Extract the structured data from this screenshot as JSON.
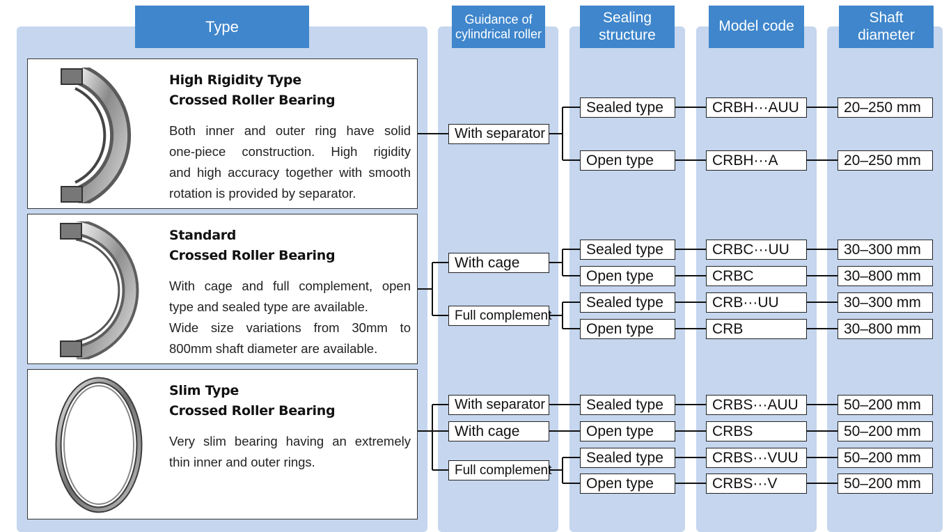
{
  "headers": {
    "type": "Type",
    "guidance": [
      "Guidance of",
      "cylindrical roller"
    ],
    "sealing": [
      "Sealing",
      "structure"
    ],
    "model": "Model code",
    "shaft": [
      "Shaft",
      "diameter"
    ]
  },
  "types": [
    {
      "title": [
        "High Rigidity Type",
        "Crossed Roller Bearing"
      ],
      "desc": [
        "Both inner and outer ring have solid",
        "one-piece construction.  High rigidity",
        "and high accuracy together with smooth",
        "rotation is provided by separator."
      ]
    },
    {
      "title": [
        "Standard",
        "Crossed Roller Bearing"
      ],
      "desc": [
        "With cage and full complement, open",
        "type and sealed type are available.",
        "Wide size variations from 30mm to",
        "800mm shaft diameter are available."
      ]
    },
    {
      "title": [
        "Slim Type",
        "Crossed Roller Bearing"
      ],
      "desc": [
        "Very slim bearing having an extremely",
        "thin inner and outer rings."
      ]
    }
  ],
  "guidance": [
    "With separator",
    "With cage",
    "Full complement",
    "With separator",
    "With cage",
    "Full complement"
  ],
  "sealing": [
    "Sealed type",
    "Open type",
    "Sealed type",
    "Open type",
    "Sealed type",
    "Open type",
    "Sealed type",
    "Open type",
    "Sealed type",
    "Open type"
  ],
  "models": [
    "CRBH···AUU",
    "CRBH···A",
    "CRBC···UU",
    "CRBC",
    "CRB···UU",
    "CRB",
    "CRBS···AUU",
    "CRBS",
    "CRBS···VUU",
    "CRBS···V"
  ],
  "shafts": [
    "20–250 mm",
    "20–250 mm",
    "30–300 mm",
    "30–800 mm",
    "30–300 mm",
    "30–800 mm",
    "50–200 mm",
    "50–200 mm",
    "50–200 mm",
    "50–200 mm"
  ],
  "colors": {
    "header": "#3f86cc",
    "column": "#c5d6ee",
    "line": "#111111"
  }
}
